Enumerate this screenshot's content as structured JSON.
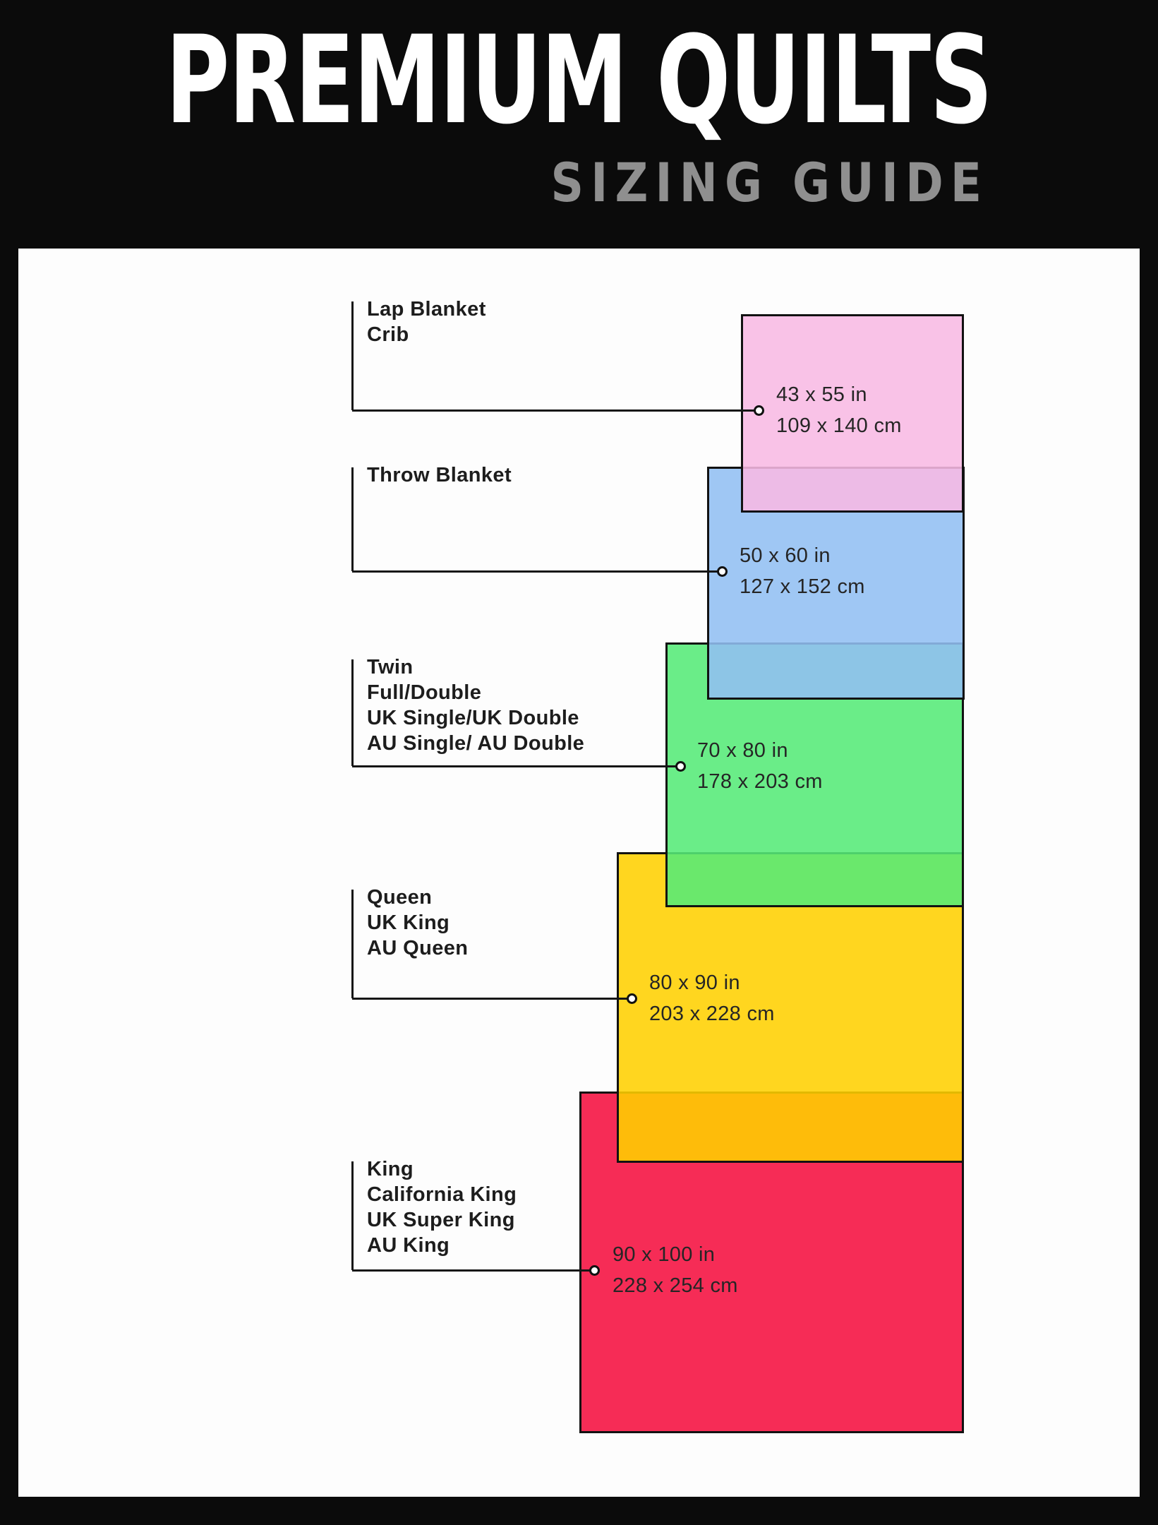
{
  "header": {
    "title": "PREMIUM QUILTS",
    "subtitle": "SIZING GUIDE"
  },
  "sizes": [
    {
      "name": "lap-blanket-crib",
      "labels": [
        "Lap Blanket",
        "Crib"
      ],
      "inches": "43 x 55 in",
      "cm": "109 x 140 cm",
      "fill": "#f8b9e4"
    },
    {
      "name": "throw-blanket",
      "labels": [
        "Throw Blanket"
      ],
      "inches": "50 x 60 in",
      "cm": "127 x 152 cm",
      "fill": "#92bff2"
    },
    {
      "name": "twin-full-double",
      "labels": [
        "Twin",
        "Full/Double",
        "UK Single/UK Double",
        "AU Single/ AU Double"
      ],
      "inches": "70 x 80 in",
      "cm": "178 x 203 cm",
      "fill": "#55ea78"
    },
    {
      "name": "queen",
      "labels": [
        "Queen",
        "UK King",
        "AU Queen"
      ],
      "inches": "80 x 90 in",
      "cm": "203 x 228 cm",
      "fill": "#ffd000"
    },
    {
      "name": "king",
      "labels": [
        "King",
        "California King",
        "UK Super King",
        "AU King"
      ],
      "inches": "90 x 100 in",
      "cm": "228 x 254 cm",
      "fill": "#f50f3f"
    }
  ],
  "colors": {
    "frame": "#0b0b0b",
    "panel": "#fdfdfd",
    "title": "#ffffff",
    "subtitle": "#8f8f8f",
    "line": "#161616"
  }
}
